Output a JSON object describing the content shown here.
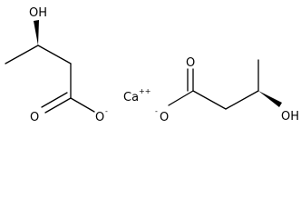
{
  "structure": {
    "left_anion": {
      "hydroxyl": "OH",
      "carbonyl_oxygen": "O",
      "carboxylate_oxygen": "O",
      "carboxylate_charge": "-"
    },
    "cation": {
      "symbol": "Ca",
      "charge": "++"
    },
    "right_anion": {
      "carboxylate_oxygen": "O",
      "carboxylate_charge": "-",
      "carbonyl_oxygen": "O",
      "hydroxyl": "OH"
    }
  }
}
